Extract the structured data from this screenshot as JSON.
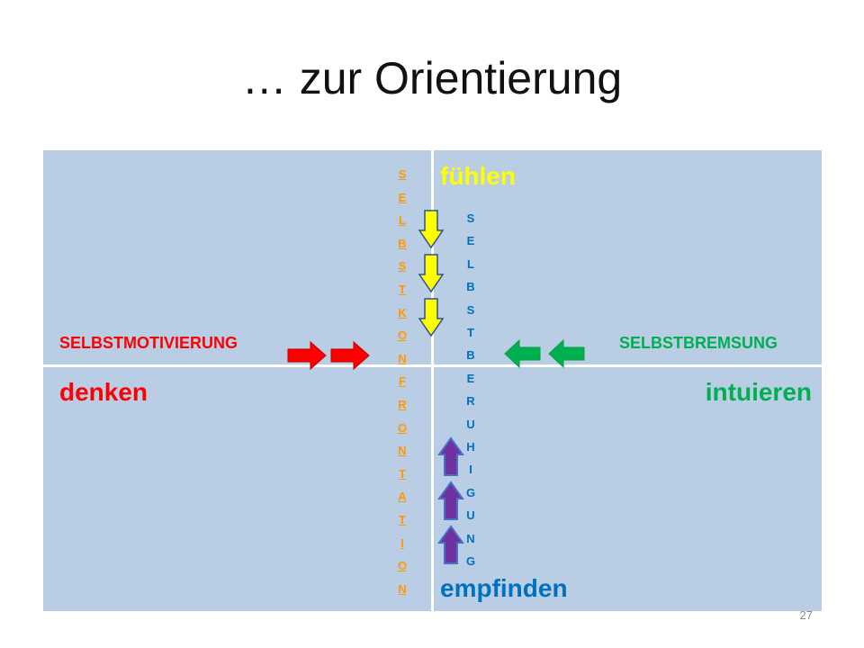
{
  "slide": {
    "title": "… zur Orientierung",
    "page_number": "27"
  },
  "quadrants": {
    "top_label": "fühlen",
    "left_label": "denken",
    "right_label": "intuieren",
    "bottom_label": "empfinden"
  },
  "side_labels": {
    "left": "SELBSTMOTIVIERUNG",
    "right": "SELBSTBREMSUNG"
  },
  "vertical_labels": {
    "konfrontation": "SELBSTKONFRONTATION",
    "beruhigung": "SELBSTBERUHIGUNG"
  },
  "colors": {
    "cell_fill": "#b9cde4",
    "fuehlen": "#ffff00",
    "denken": "#ff0000",
    "intuieren": "#00b050",
    "empfinden": "#0070c0",
    "konfrontation": "#ff9900",
    "arrow_yellow": "#ffff00",
    "arrow_red": "#ff0000",
    "arrow_green": "#00b050",
    "arrow_purple": "#7030a0"
  },
  "icons": {
    "down_arrows": "arrow-down-icon",
    "right_arrows": "arrow-right-icon",
    "left_arrows": "arrow-left-icon",
    "up_arrows": "arrow-up-icon"
  }
}
